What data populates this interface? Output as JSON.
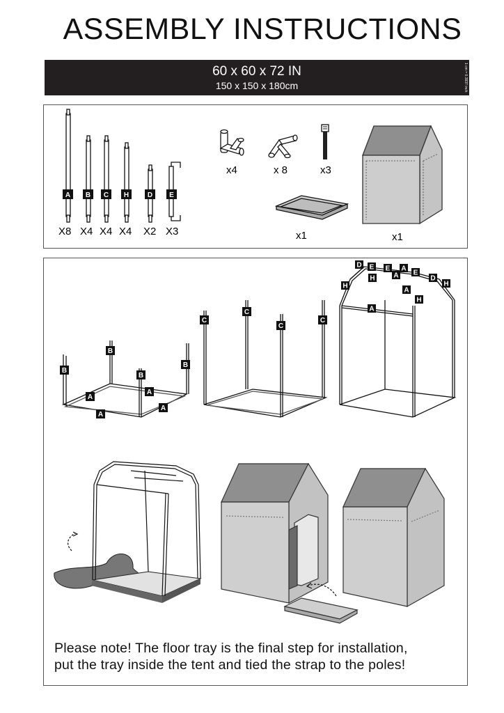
{
  "header": {
    "title": "ASSEMBLY INSTRUCTIONS",
    "size_in": "60 x 60 x 72 IN",
    "size_cm": "150 x 150 x 180cm",
    "side_note": "1 cm = 0.3937 inch"
  },
  "parts": {
    "poles": [
      {
        "letter": "A",
        "qty": "X8"
      },
      {
        "letter": "B",
        "qty": "X4"
      },
      {
        "letter": "C",
        "qty": "X4"
      },
      {
        "letter": "H",
        "qty": "X4"
      },
      {
        "letter": "D",
        "qty": "X2"
      },
      {
        "letter": "E",
        "qty": "X3"
      }
    ],
    "connector_corner_qty": "x4",
    "connector_roof_qty": "x 8",
    "strap_qty": "x3",
    "tray_qty": "x1",
    "tent_qty": "x1"
  },
  "steps": {
    "labels": {
      "A": "A",
      "B": "B",
      "C": "C",
      "D": "D",
      "E": "E",
      "H": "H"
    },
    "note_line1": "Please note! The floor tray is the final step for installation,",
    "note_line2": "put the tray inside the tent and tied the strap to the poles!"
  }
}
